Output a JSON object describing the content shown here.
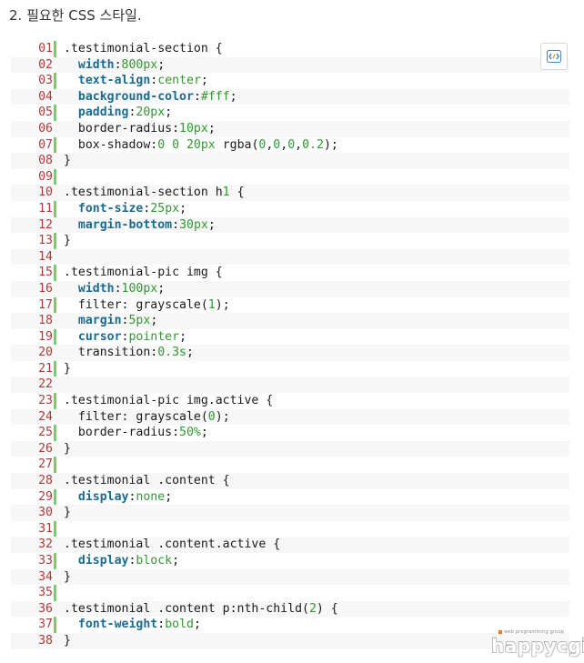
{
  "heading": "2. 필요한 CSS 스타일.",
  "toolbar": {
    "view_source_icon": "view-source-icon"
  },
  "watermark": {
    "tagline": "web programming group",
    "name": "happycgi"
  },
  "colors": {
    "line_number": "#b03a3a",
    "gutter_bar": "#6cd46c",
    "property": "#1b6b8f",
    "value": "#2e9a2e",
    "text": "#1a1a1a",
    "stripe": "#f7f7f7"
  },
  "code_lines": [
    {
      "num": "01",
      "tokens": [
        {
          "t": "p",
          "v": ".testimonial-section {"
        }
      ]
    },
    {
      "num": "02",
      "tokens": [
        {
          "t": "p",
          "v": "  "
        },
        {
          "t": "k",
          "v": "width"
        },
        {
          "t": "p",
          "v": ":"
        },
        {
          "t": "v",
          "v": "800px"
        },
        {
          "t": "p",
          "v": ";"
        }
      ]
    },
    {
      "num": "03",
      "tokens": [
        {
          "t": "p",
          "v": "  "
        },
        {
          "t": "k",
          "v": "text-align"
        },
        {
          "t": "p",
          "v": ":"
        },
        {
          "t": "v",
          "v": "center"
        },
        {
          "t": "p",
          "v": ";"
        }
      ]
    },
    {
      "num": "04",
      "tokens": [
        {
          "t": "p",
          "v": "  "
        },
        {
          "t": "k",
          "v": "background-color"
        },
        {
          "t": "p",
          "v": ":"
        },
        {
          "t": "v",
          "v": "#fff"
        },
        {
          "t": "p",
          "v": ";"
        }
      ]
    },
    {
      "num": "05",
      "tokens": [
        {
          "t": "p",
          "v": "  "
        },
        {
          "t": "k",
          "v": "padding"
        },
        {
          "t": "p",
          "v": ":"
        },
        {
          "t": "v",
          "v": "20px"
        },
        {
          "t": "p",
          "v": ";"
        }
      ]
    },
    {
      "num": "06",
      "tokens": [
        {
          "t": "p",
          "v": "  border-radius:"
        },
        {
          "t": "v",
          "v": "10px"
        },
        {
          "t": "p",
          "v": ";"
        }
      ]
    },
    {
      "num": "07",
      "tokens": [
        {
          "t": "p",
          "v": "  box-shadow:"
        },
        {
          "t": "v",
          "v": "0 0 20px"
        },
        {
          "t": "p",
          "v": " rgba("
        },
        {
          "t": "v",
          "v": "0"
        },
        {
          "t": "p",
          "v": ","
        },
        {
          "t": "v",
          "v": "0"
        },
        {
          "t": "p",
          "v": ","
        },
        {
          "t": "v",
          "v": "0"
        },
        {
          "t": "p",
          "v": ","
        },
        {
          "t": "v",
          "v": "0.2"
        },
        {
          "t": "p",
          "v": ");"
        }
      ]
    },
    {
      "num": "08",
      "tokens": [
        {
          "t": "p",
          "v": "}"
        }
      ]
    },
    {
      "num": "09",
      "tokens": []
    },
    {
      "num": "10",
      "tokens": [
        {
          "t": "p",
          "v": ".testimonial-section h"
        },
        {
          "t": "v",
          "v": "1"
        },
        {
          "t": "p",
          "v": " {"
        }
      ]
    },
    {
      "num": "11",
      "tokens": [
        {
          "t": "p",
          "v": "  "
        },
        {
          "t": "k",
          "v": "font-size"
        },
        {
          "t": "p",
          "v": ":"
        },
        {
          "t": "v",
          "v": "25px"
        },
        {
          "t": "p",
          "v": ";"
        }
      ]
    },
    {
      "num": "12",
      "tokens": [
        {
          "t": "p",
          "v": "  "
        },
        {
          "t": "k",
          "v": "margin-bottom"
        },
        {
          "t": "p",
          "v": ":"
        },
        {
          "t": "v",
          "v": "30px"
        },
        {
          "t": "p",
          "v": ";"
        }
      ]
    },
    {
      "num": "13",
      "tokens": [
        {
          "t": "p",
          "v": "}"
        }
      ]
    },
    {
      "num": "14",
      "tokens": []
    },
    {
      "num": "15",
      "tokens": [
        {
          "t": "p",
          "v": ".testimonial-pic img {"
        }
      ]
    },
    {
      "num": "16",
      "tokens": [
        {
          "t": "p",
          "v": "  "
        },
        {
          "t": "k",
          "v": "width"
        },
        {
          "t": "p",
          "v": ":"
        },
        {
          "t": "v",
          "v": "100px"
        },
        {
          "t": "p",
          "v": ";"
        }
      ]
    },
    {
      "num": "17",
      "tokens": [
        {
          "t": "p",
          "v": "  filter: grayscale("
        },
        {
          "t": "v",
          "v": "1"
        },
        {
          "t": "p",
          "v": ");"
        }
      ]
    },
    {
      "num": "18",
      "tokens": [
        {
          "t": "p",
          "v": "  "
        },
        {
          "t": "k",
          "v": "margin"
        },
        {
          "t": "p",
          "v": ":"
        },
        {
          "t": "v",
          "v": "5px"
        },
        {
          "t": "p",
          "v": ";"
        }
      ]
    },
    {
      "num": "19",
      "tokens": [
        {
          "t": "p",
          "v": "  "
        },
        {
          "t": "k",
          "v": "cursor"
        },
        {
          "t": "p",
          "v": ":"
        },
        {
          "t": "v",
          "v": "pointer"
        },
        {
          "t": "p",
          "v": ";"
        }
      ]
    },
    {
      "num": "20",
      "tokens": [
        {
          "t": "p",
          "v": "  transition:"
        },
        {
          "t": "v",
          "v": "0.3s"
        },
        {
          "t": "p",
          "v": ";"
        }
      ]
    },
    {
      "num": "21",
      "tokens": [
        {
          "t": "p",
          "v": "}"
        }
      ]
    },
    {
      "num": "22",
      "tokens": []
    },
    {
      "num": "23",
      "tokens": [
        {
          "t": "p",
          "v": ".testimonial-pic img.active {"
        }
      ]
    },
    {
      "num": "24",
      "tokens": [
        {
          "t": "p",
          "v": "  filter: grayscale("
        },
        {
          "t": "v",
          "v": "0"
        },
        {
          "t": "p",
          "v": ");"
        }
      ]
    },
    {
      "num": "25",
      "tokens": [
        {
          "t": "p",
          "v": "  border-radius:"
        },
        {
          "t": "v",
          "v": "50%"
        },
        {
          "t": "p",
          "v": ";"
        }
      ]
    },
    {
      "num": "26",
      "tokens": [
        {
          "t": "p",
          "v": "}"
        }
      ]
    },
    {
      "num": "27",
      "tokens": []
    },
    {
      "num": "28",
      "tokens": [
        {
          "t": "p",
          "v": ".testimonial .content {"
        }
      ]
    },
    {
      "num": "29",
      "tokens": [
        {
          "t": "p",
          "v": "  "
        },
        {
          "t": "k",
          "v": "display"
        },
        {
          "t": "p",
          "v": ":"
        },
        {
          "t": "v",
          "v": "none"
        },
        {
          "t": "p",
          "v": ";"
        }
      ]
    },
    {
      "num": "30",
      "tokens": [
        {
          "t": "p",
          "v": "}"
        }
      ]
    },
    {
      "num": "31",
      "tokens": []
    },
    {
      "num": "32",
      "tokens": [
        {
          "t": "p",
          "v": ".testimonial .content.active {"
        }
      ]
    },
    {
      "num": "33",
      "tokens": [
        {
          "t": "p",
          "v": "  "
        },
        {
          "t": "k",
          "v": "display"
        },
        {
          "t": "p",
          "v": ":"
        },
        {
          "t": "v",
          "v": "block"
        },
        {
          "t": "p",
          "v": ";"
        }
      ]
    },
    {
      "num": "34",
      "tokens": [
        {
          "t": "p",
          "v": "}"
        }
      ]
    },
    {
      "num": "35",
      "tokens": []
    },
    {
      "num": "36",
      "tokens": [
        {
          "t": "p",
          "v": ".testimonial .content p:nth-child("
        },
        {
          "t": "v",
          "v": "2"
        },
        {
          "t": "p",
          "v": ") {"
        }
      ]
    },
    {
      "num": "37",
      "tokens": [
        {
          "t": "p",
          "v": "  "
        },
        {
          "t": "k",
          "v": "font-weight"
        },
        {
          "t": "p",
          "v": ":"
        },
        {
          "t": "v",
          "v": "bold"
        },
        {
          "t": "p",
          "v": ";"
        }
      ]
    },
    {
      "num": "38",
      "tokens": [
        {
          "t": "p",
          "v": "}"
        }
      ]
    }
  ]
}
